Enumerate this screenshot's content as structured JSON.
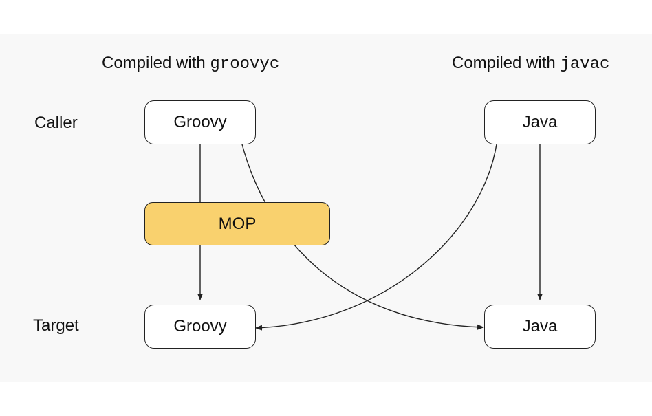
{
  "headings": {
    "left_prefix": "Compiled with ",
    "left_code": "groovyc",
    "right_prefix": "Compiled with ",
    "right_code": "javac"
  },
  "rows": {
    "caller": "Caller",
    "target": "Target"
  },
  "nodes": {
    "caller_left": "Groovy",
    "caller_right": "Java",
    "target_left": "Groovy",
    "target_right": "Java",
    "mop": "MOP"
  },
  "colors": {
    "mop_fill": "#f9d16e",
    "stroke": "#222222",
    "panel_background": "#f8f8f8"
  }
}
